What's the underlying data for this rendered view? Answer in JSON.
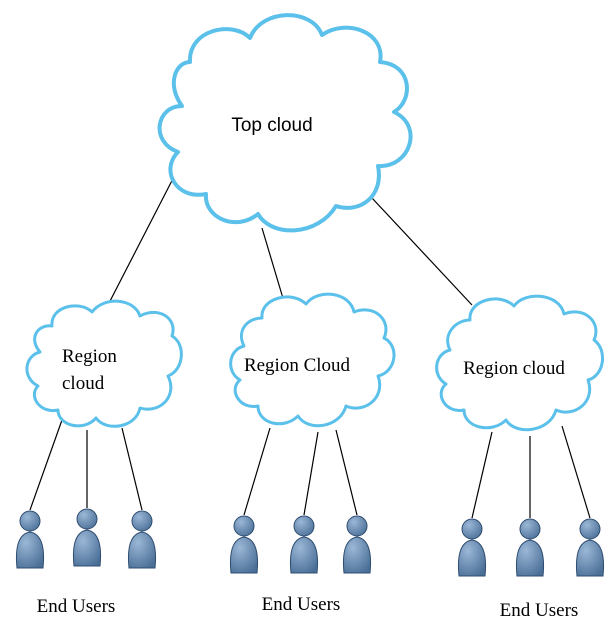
{
  "diagram": {
    "top_cloud": {
      "label": "Top cloud"
    },
    "region_clouds": [
      {
        "label_lines": [
          "Region",
          "cloud"
        ],
        "end_users_label": "End Users"
      },
      {
        "label_lines": [
          "Region Cloud"
        ],
        "end_users_label": "End Users"
      },
      {
        "label_lines": [
          "Region cloud"
        ],
        "end_users_label": "End Users"
      }
    ],
    "users_per_region": 3,
    "colors": {
      "cloud_outline": "#5bc0ea",
      "cloud_fill": "#ffffff",
      "connector": "#000000",
      "user_fill": "#4a6f97",
      "user_highlight": "#9bb7d6",
      "user_outline": "#2f4d70"
    }
  }
}
